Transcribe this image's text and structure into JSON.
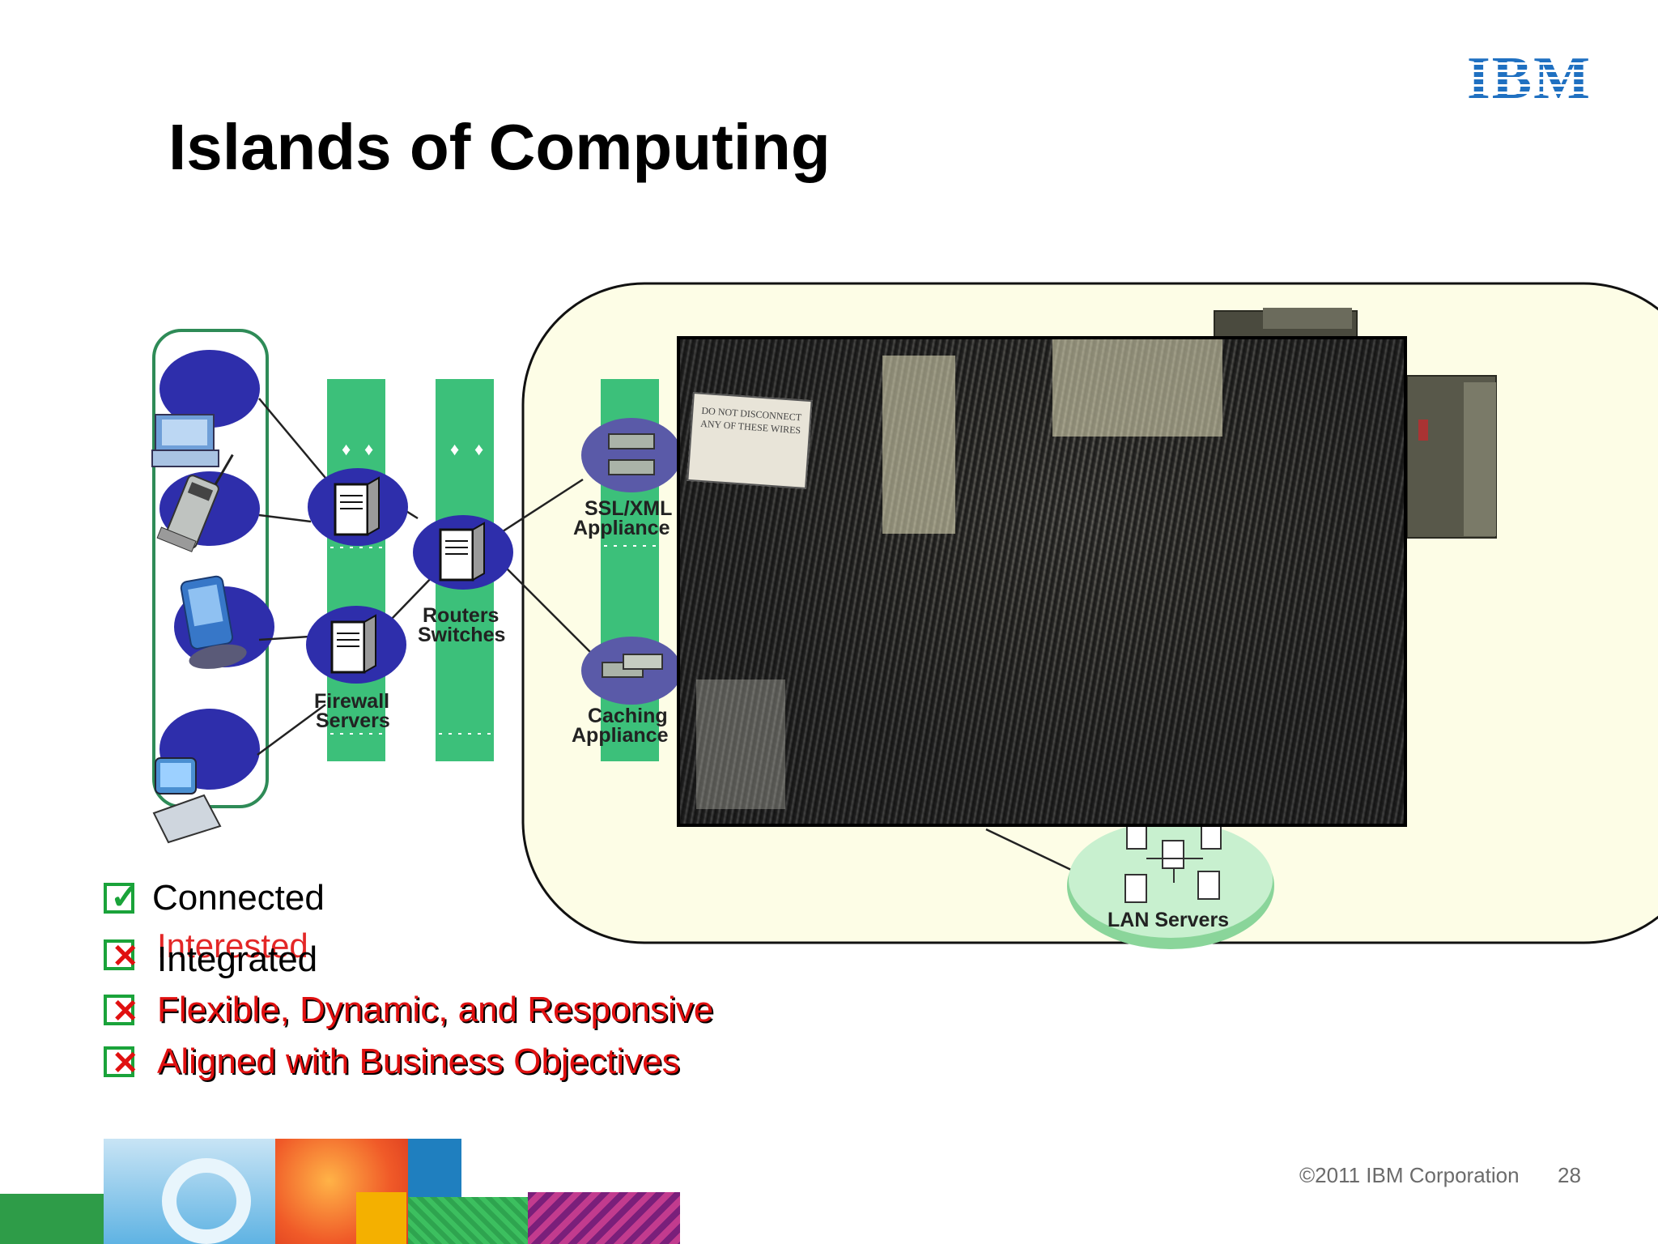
{
  "slide": {
    "title": "Islands of Computing",
    "logo_text": "IBM"
  },
  "diagram": {
    "labels": {
      "firewall_line1": "Firewall",
      "firewall_line2": "Servers",
      "routers_line1": "Routers",
      "routers_line2": "Switches",
      "ssl_line1": "SSL/XML",
      "ssl_line2": "Appliance",
      "caching_line1": "Caching",
      "caching_line2": "Appliance",
      "lan_servers": "LAN Servers"
    },
    "photo_sign_text": "DO NOT DISCONNECT ANY OF THESE WIRES",
    "colors": {
      "band_green": "#3cc07a",
      "node_blue": "#3030a8",
      "cloud_fill": "#fdfde6",
      "lan_green": "#7dd68c"
    }
  },
  "checklist": {
    "items": [
      {
        "label": "Connected",
        "state": "checked"
      },
      {
        "label": "Integrated",
        "state": "failed",
        "overlay": "Interested"
      },
      {
        "label": "Flexible, Dynamic, and Responsive",
        "state": "failed"
      },
      {
        "label": "Aligned with Business Objectives",
        "state": "failed"
      }
    ]
  },
  "footer": {
    "copyright": "©2011 IBM Corporation",
    "page_number": "28"
  }
}
